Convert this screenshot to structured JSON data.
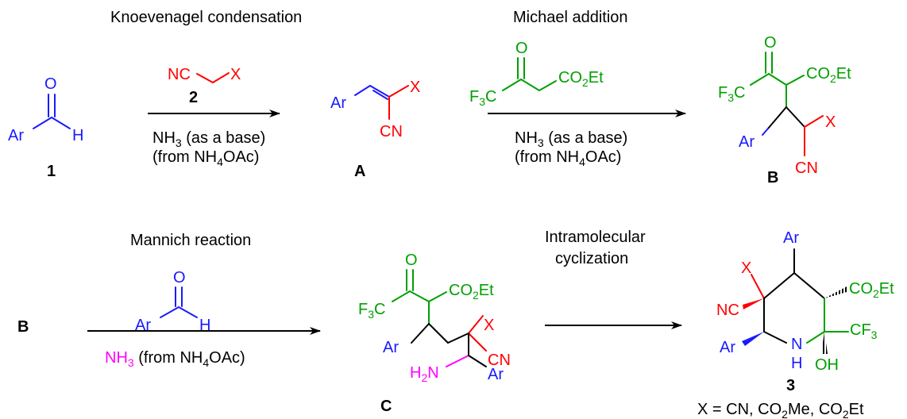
{
  "steps": {
    "s1": "Knoevenagel condensation",
    "s2": "Michael addition",
    "s3": "Mannich reaction",
    "s4a": "Intramolecular",
    "s4b": "cyclization"
  },
  "conditions": {
    "nh3": "NH",
    "nh3_sub": "3",
    "as_base": " (as a base)",
    "from_open": "(from NH",
    "from_sub": "4",
    "from_close": "OAc)",
    "nh3_from": " (from NH"
  },
  "compounds": {
    "c1": "1",
    "c2": "2",
    "cA": "A",
    "cB": "B",
    "cC": "C",
    "c3": "3",
    "B_reagent": "B"
  },
  "atoms": {
    "Ar": "Ar",
    "H": "H",
    "O": "O",
    "X": "X",
    "CN": "CN",
    "NC": "NC",
    "N": "N",
    "OH": "OH",
    "F3C_a": "F",
    "F3C_b": "3",
    "F3C_c": "C",
    "CO2Et_a": "CO",
    "CO2Et_b": "2",
    "CO2Et_c": "Et",
    "CF3_a": "CF",
    "CF3_b": "3",
    "H2N_a": "H",
    "H2N_b": "2",
    "H2N_c": "N"
  },
  "footnote": {
    "a": "X = CN, CO",
    "b": "2",
    "c": "Me, CO",
    "d": "2",
    "e": "Et"
  },
  "colors": {
    "aryl": "#1a1aff",
    "nitrile": "#ff0000",
    "ester": "#00a000",
    "amine": "#ff00ff"
  }
}
